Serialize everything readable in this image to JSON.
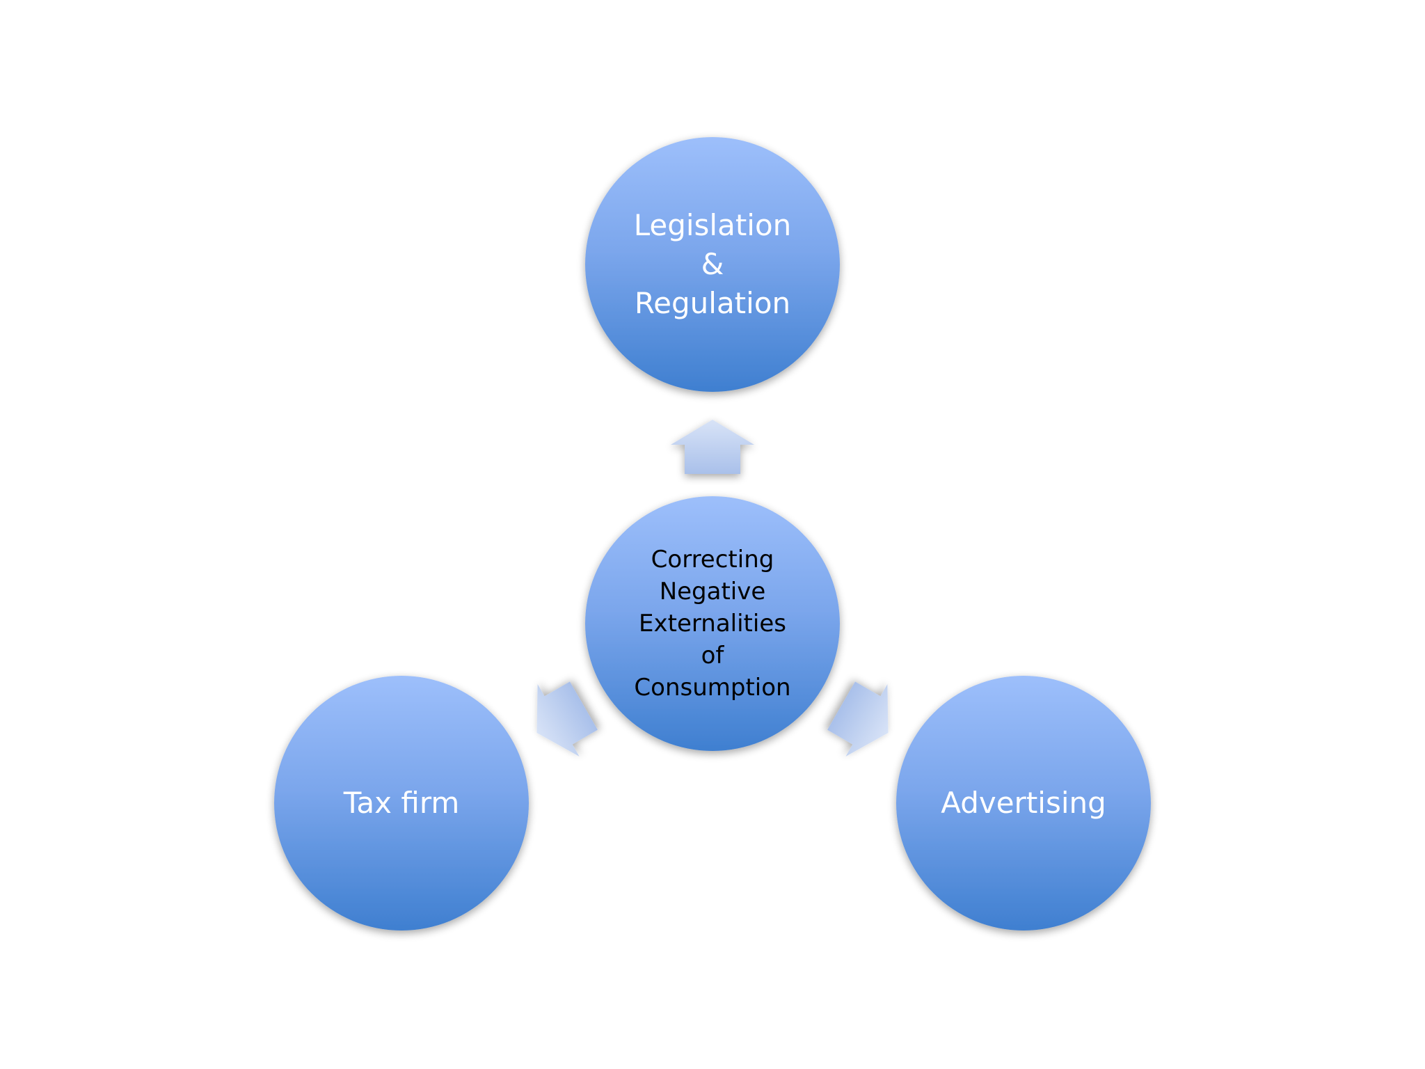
{
  "diagram": {
    "center": {
      "lines": [
        "Correcting",
        "Negative",
        "Externalities",
        "of",
        "Consumption"
      ]
    },
    "nodes": {
      "top": {
        "lines": [
          "Legislation",
          "&",
          "Regulation"
        ]
      },
      "left": {
        "lines": [
          "Tax firm"
        ]
      },
      "right": {
        "lines": [
          "Advertising"
        ]
      }
    },
    "colors": {
      "circle_light": "#9dbffb",
      "circle_dark": "#3f7fd0",
      "arrow_light": "#d8e3f7",
      "arrow_dark": "#a9c0ea",
      "center_text": "#000000",
      "outer_text": "#ffffff"
    }
  }
}
